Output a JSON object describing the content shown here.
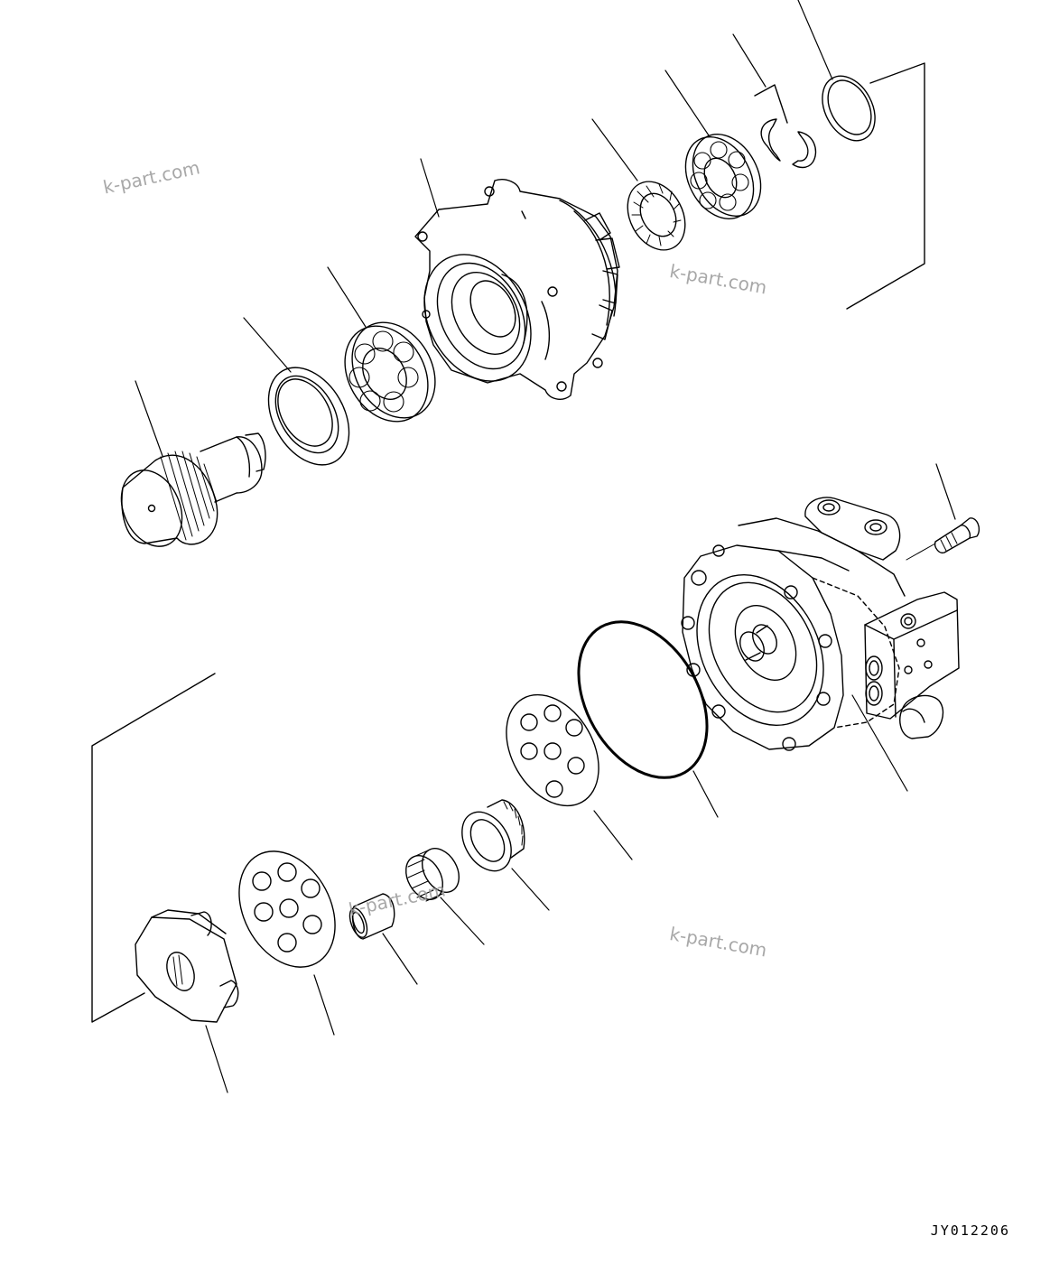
{
  "drawing": {
    "id": "JY012206",
    "watermarks": [
      "k-part.com",
      "k-part.com",
      "k-part.com",
      "k-part.com"
    ],
    "line_color": "#000000",
    "watermark_color": "#9a9a9a"
  },
  "parts": [
    {
      "name": "drive-shaft"
    },
    {
      "name": "oil-seal"
    },
    {
      "name": "ball-bearing-front"
    },
    {
      "name": "motor-case"
    },
    {
      "name": "spacer"
    },
    {
      "name": "ball-bearing-rear"
    },
    {
      "name": "snap-ring-pair"
    },
    {
      "name": "ring"
    },
    {
      "name": "bolt"
    },
    {
      "name": "motor-body"
    },
    {
      "name": "o-ring"
    },
    {
      "name": "valve-plate-large"
    },
    {
      "name": "needle-bearing"
    },
    {
      "name": "spline-coupling"
    },
    {
      "name": "bushing"
    },
    {
      "name": "valve-plate-small"
    },
    {
      "name": "cam-plate"
    }
  ]
}
